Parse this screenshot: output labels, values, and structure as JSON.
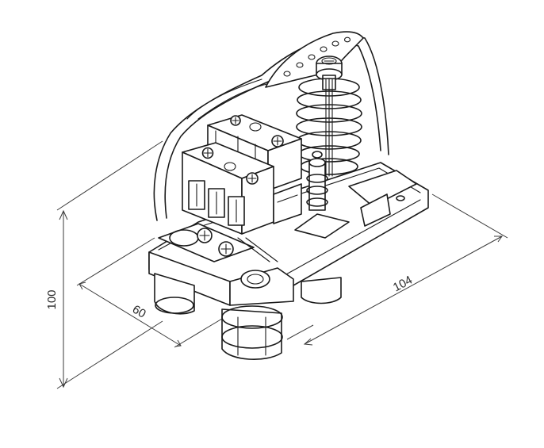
{
  "dimensions": {
    "height_label": "100",
    "depth_label": "60",
    "width_label": "104"
  },
  "colors": {
    "line": "#1a1a1a",
    "dimension": "#3a3a3a",
    "background": "#ffffff"
  }
}
